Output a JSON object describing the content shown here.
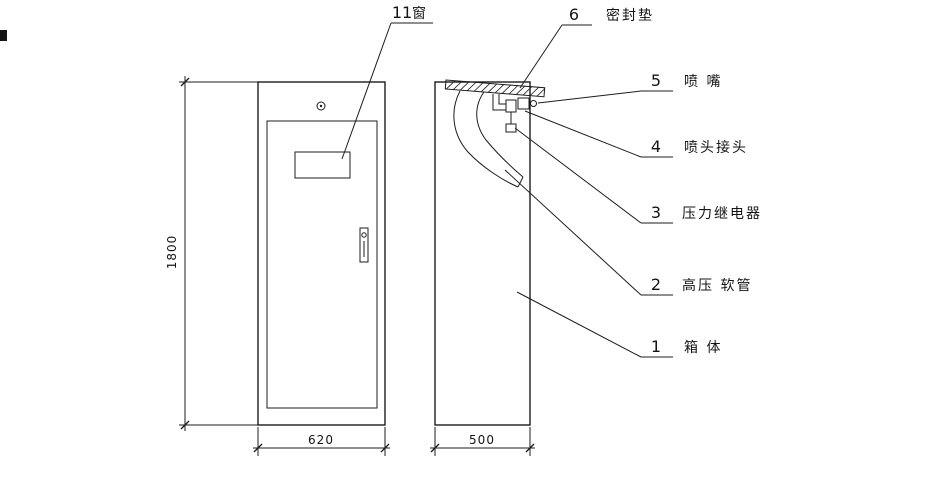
{
  "window_callout": {
    "num": "11",
    "label": "窗"
  },
  "callouts": [
    {
      "num": "6",
      "label": "密封垫"
    },
    {
      "num": "5",
      "label": "喷  嘴"
    },
    {
      "num": "4",
      "label": "喷头接头"
    },
    {
      "num": "3",
      "label": "压力继电器"
    },
    {
      "num": "2",
      "label": "高压 软管"
    },
    {
      "num": "1",
      "label": "箱  体"
    }
  ],
  "dimensions": {
    "height": "1800",
    "front_width": "620",
    "side_width": "500"
  }
}
